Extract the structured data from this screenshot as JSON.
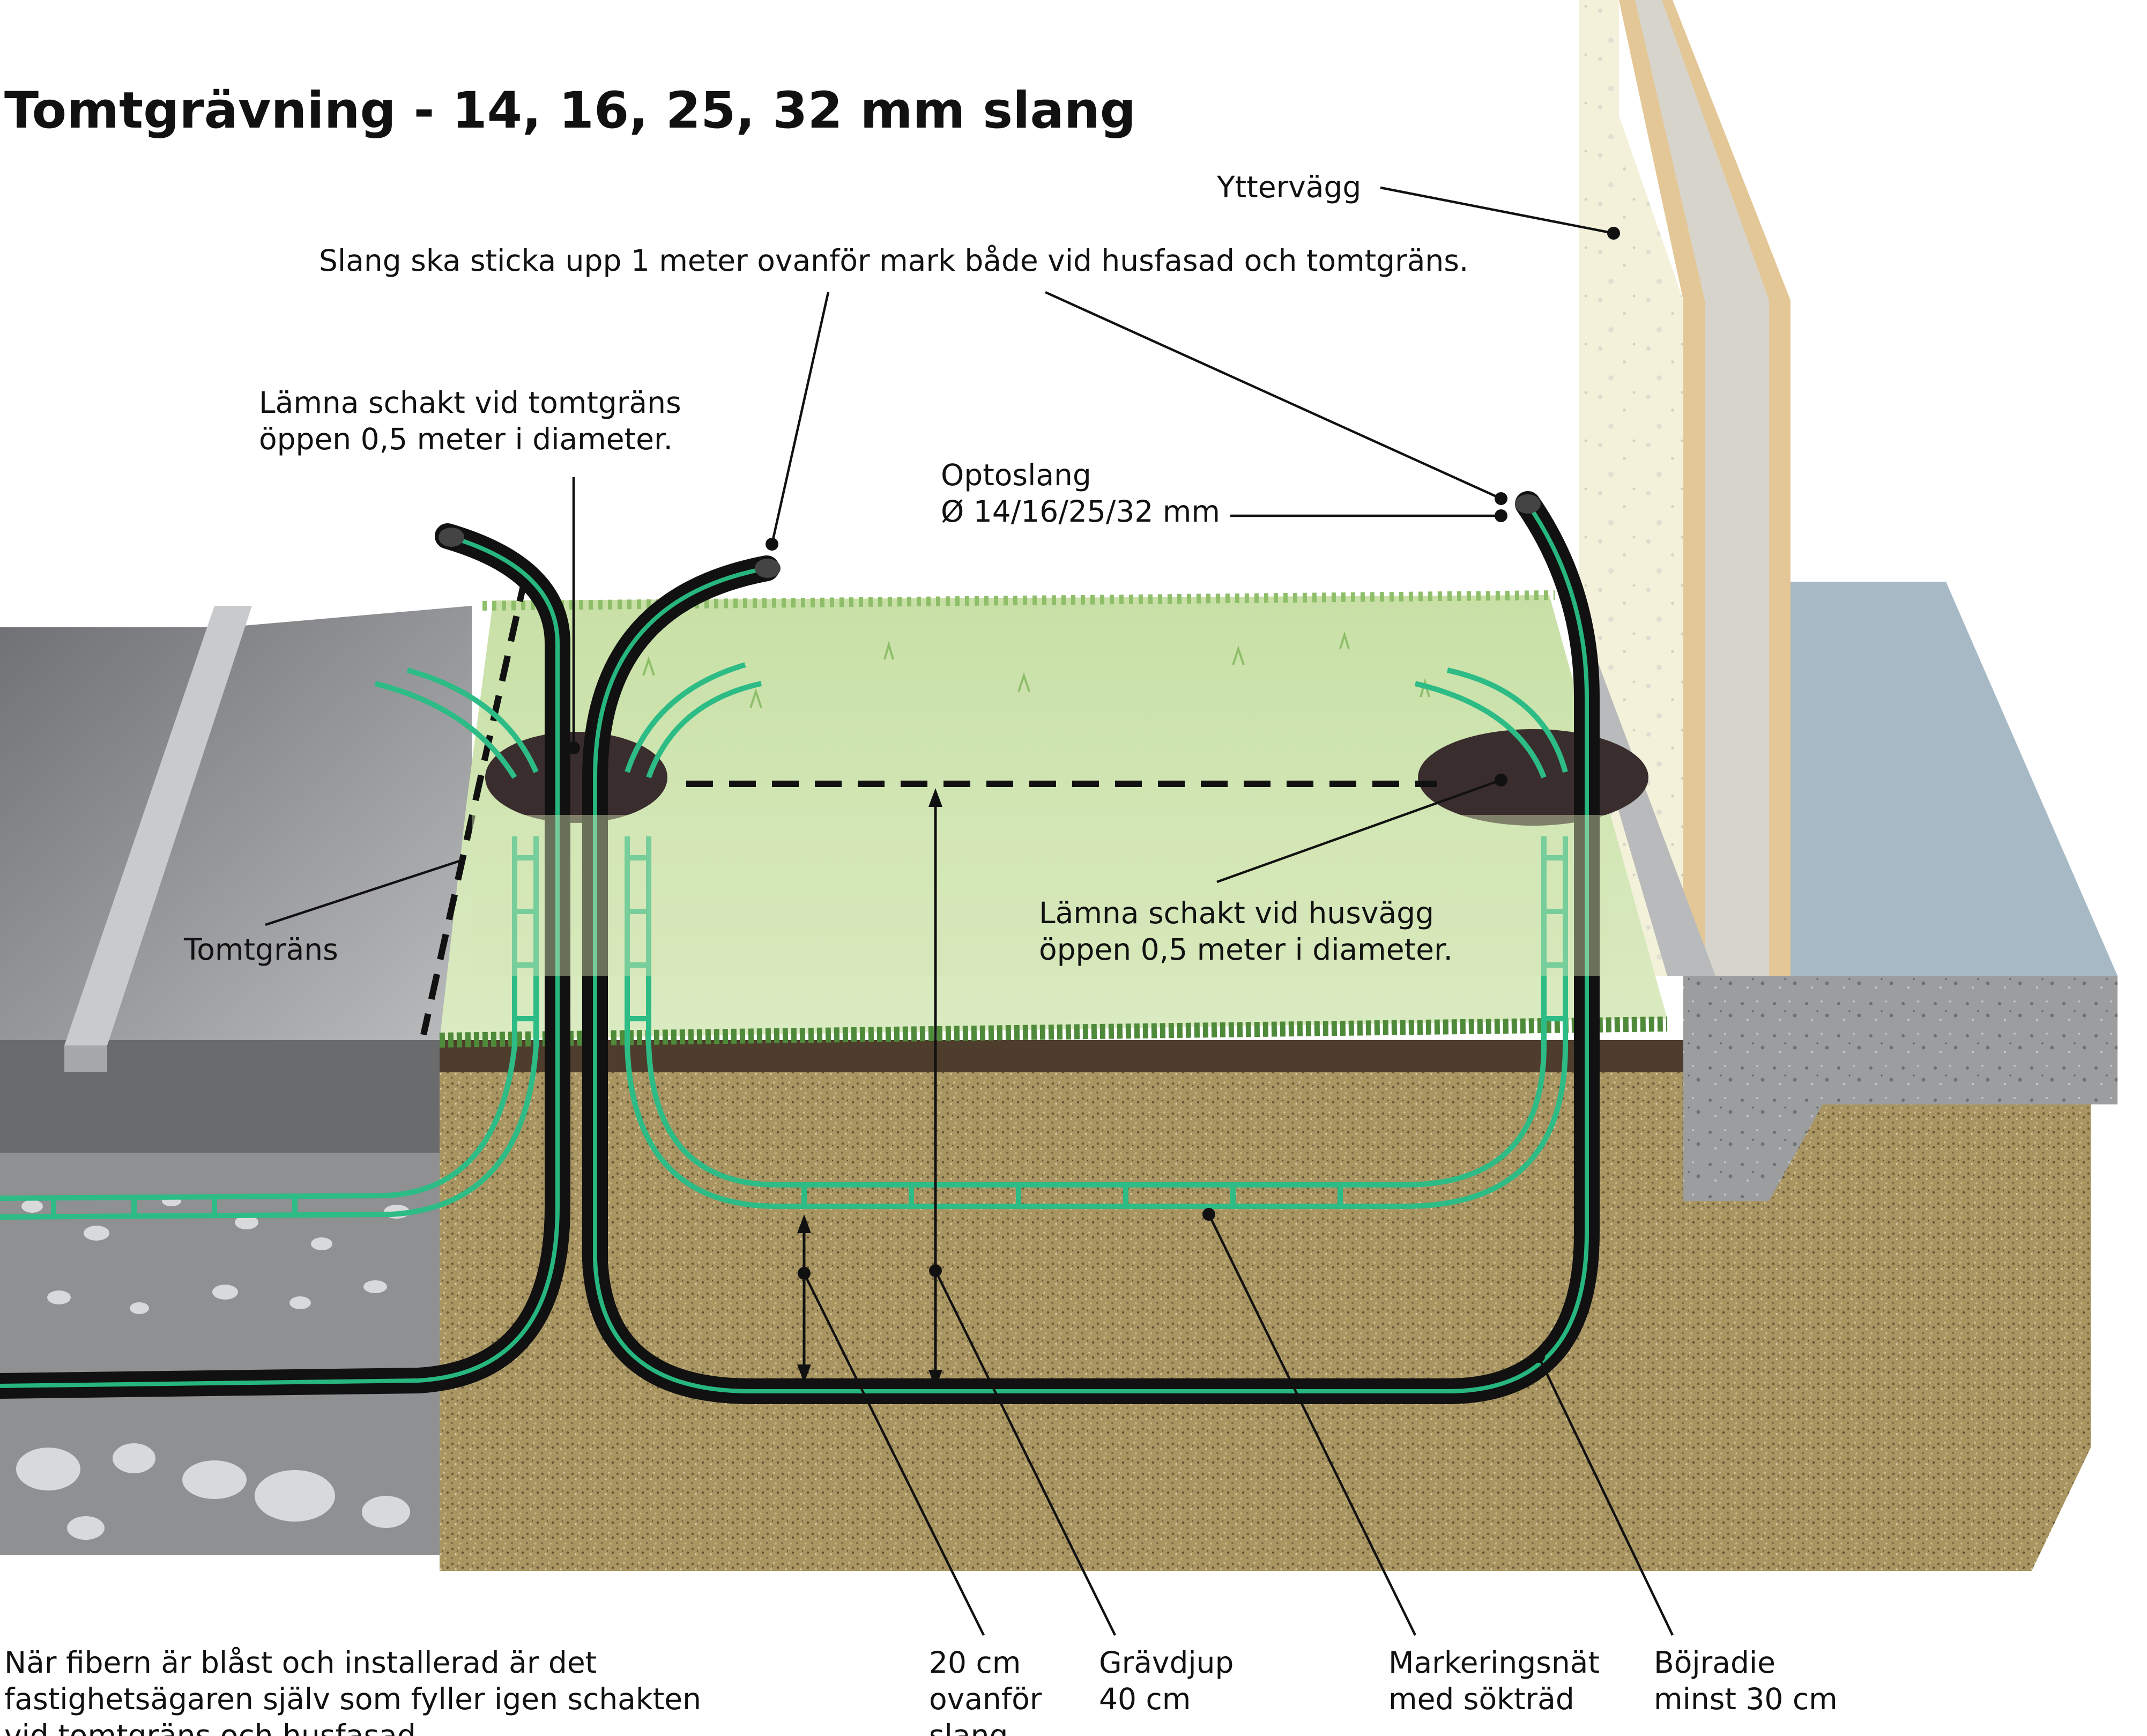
{
  "title": "Tomtgrävning - 14, 16, 25, 32 mm slang",
  "labels": {
    "yttervagg": "Yttervägg",
    "slang_ovanfor": "Slang ska sticka upp 1 meter ovanför mark både vid husfasad och tomtgräns.",
    "schakt_tomtgrans_1": "Lämna schakt vid tomtgräns",
    "schakt_tomtgrans_2": "öppen 0,5 meter i diameter.",
    "optoslang_1": "Optoslang",
    "optoslang_2": "Ø 14/16/25/32 mm",
    "tomtgrans": "Tomtgräns",
    "schakt_husvagg_1": "Lämna schakt vid husvägg",
    "schakt_husvagg_2": "öppen 0,5 meter i diameter.",
    "note_1": "När fibern är blåst och installerad är det",
    "note_2": "fastighetsägaren själv som fyller igen schakten",
    "note_3": "vid tomtgräns och husfasad.",
    "cm20_1": "20 cm",
    "cm20_2": "ovanför",
    "cm20_3": "slang",
    "gravdjup_1": "Grävdjup",
    "gravdjup_2": "40 cm",
    "markering_1": "Markeringsnät",
    "markering_2": "med sökträd",
    "bojradie_1": "Böjradie",
    "bojradie_2": "minst 30 cm"
  },
  "colors": {
    "grass": "#d4e7b5",
    "grass_edge": "#4f8a3a",
    "soil": "#a89566",
    "pipe": "#111111",
    "pipe_stripe": "#27b67e",
    "net": "#2dbb86",
    "pavement": "#8d8f92",
    "foundation": "#9a9b9c",
    "wall_inner": "#f6f3dc",
    "wall_stripe": "#e2c596",
    "ground_blue": "#a7bac6"
  }
}
